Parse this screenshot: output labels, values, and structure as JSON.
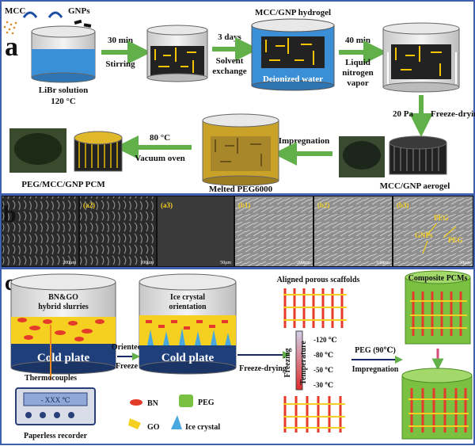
{
  "panels": {
    "a": {
      "letter": "a",
      "legend": {
        "mcc": "MCC",
        "gnps": "GNPs"
      },
      "labels": {
        "libr": "LiBr  solution",
        "temp120": "120 °C",
        "stir_time": "30 min",
        "stir": "Stirring",
        "exchange_days": "3 days",
        "exchange1": "Solvent",
        "exchange2": "exchange",
        "hydrogel": "MCC/GNP hydrogel",
        "water": "Deionized water",
        "ln2_time": "40 min",
        "ln2_1": "Liquid",
        "ln2_2": "nitrogen",
        "ln2_3": "vapor",
        "pressure": "20 Pa",
        "freeze_dry": "Freeze-drying",
        "aerogel": "MCC/GNP aerogel",
        "impregnation": "Impregnation",
        "melted_peg": "Melted PEG6000",
        "oven_temp": "80 °C",
        "vacuum_oven": "Vacuum oven",
        "pcm": "PEG/MCC/GNP PCM"
      }
    },
    "b": {
      "letter": "b",
      "tiles": [
        {
          "tag": "",
          "scale": "200μm"
        },
        {
          "tag": "(a2)",
          "scale": "100μm"
        },
        {
          "tag": "(a3)",
          "scale": "50μm"
        },
        {
          "tag": "(b1)",
          "scale": "200μm"
        },
        {
          "tag": "(b2)",
          "scale": "100μm"
        },
        {
          "tag": "(b3)",
          "scale": "50μm"
        }
      ],
      "notes": {
        "peg1": "PEG",
        "gnps": "GNPs",
        "peg2": "PEG"
      }
    },
    "c": {
      "letter": "c",
      "labels": {
        "slurry1": "BN&GO",
        "slurry2": "hybrid slurries",
        "cold_plate": "Cold plate",
        "thermocouples": "Thermocouples",
        "display": "- XXX ℃",
        "recorder": "Paperless recorder",
        "oriented1": "Oriented",
        "oriented2": "Freeze",
        "ice1": "Ice crystal",
        "ice2": "orientation",
        "cold_plate2": "Cold plate",
        "freeze_drying": "Freeze-drying",
        "scaffolds": "Aligned porous scaffolds",
        "freezing1": "Freezing",
        "freezing2": "Temperature",
        "t1": "-120 ℃",
        "t2": "-80 ℃",
        "t3": "-50 ℃",
        "t4": "-30 ℃",
        "peg_temp": "PEG (90℃)",
        "impregnation": "Impregnation",
        "composite": "Composite PCMs"
      },
      "legend": {
        "bn": "BN",
        "peg": "PEG",
        "go": "GO",
        "ice": "Ice crystal"
      }
    }
  },
  "colors": {
    "frame": "#3f5fb0",
    "green_arrow": "#62b04a",
    "water_blue": "#3a8fd6",
    "gold": "#c9a227",
    "bn_red": "#e53b2a",
    "go_yellow": "#f5d020",
    "peg_green": "#7ac142",
    "cold_plate": "#1f3f7a"
  }
}
